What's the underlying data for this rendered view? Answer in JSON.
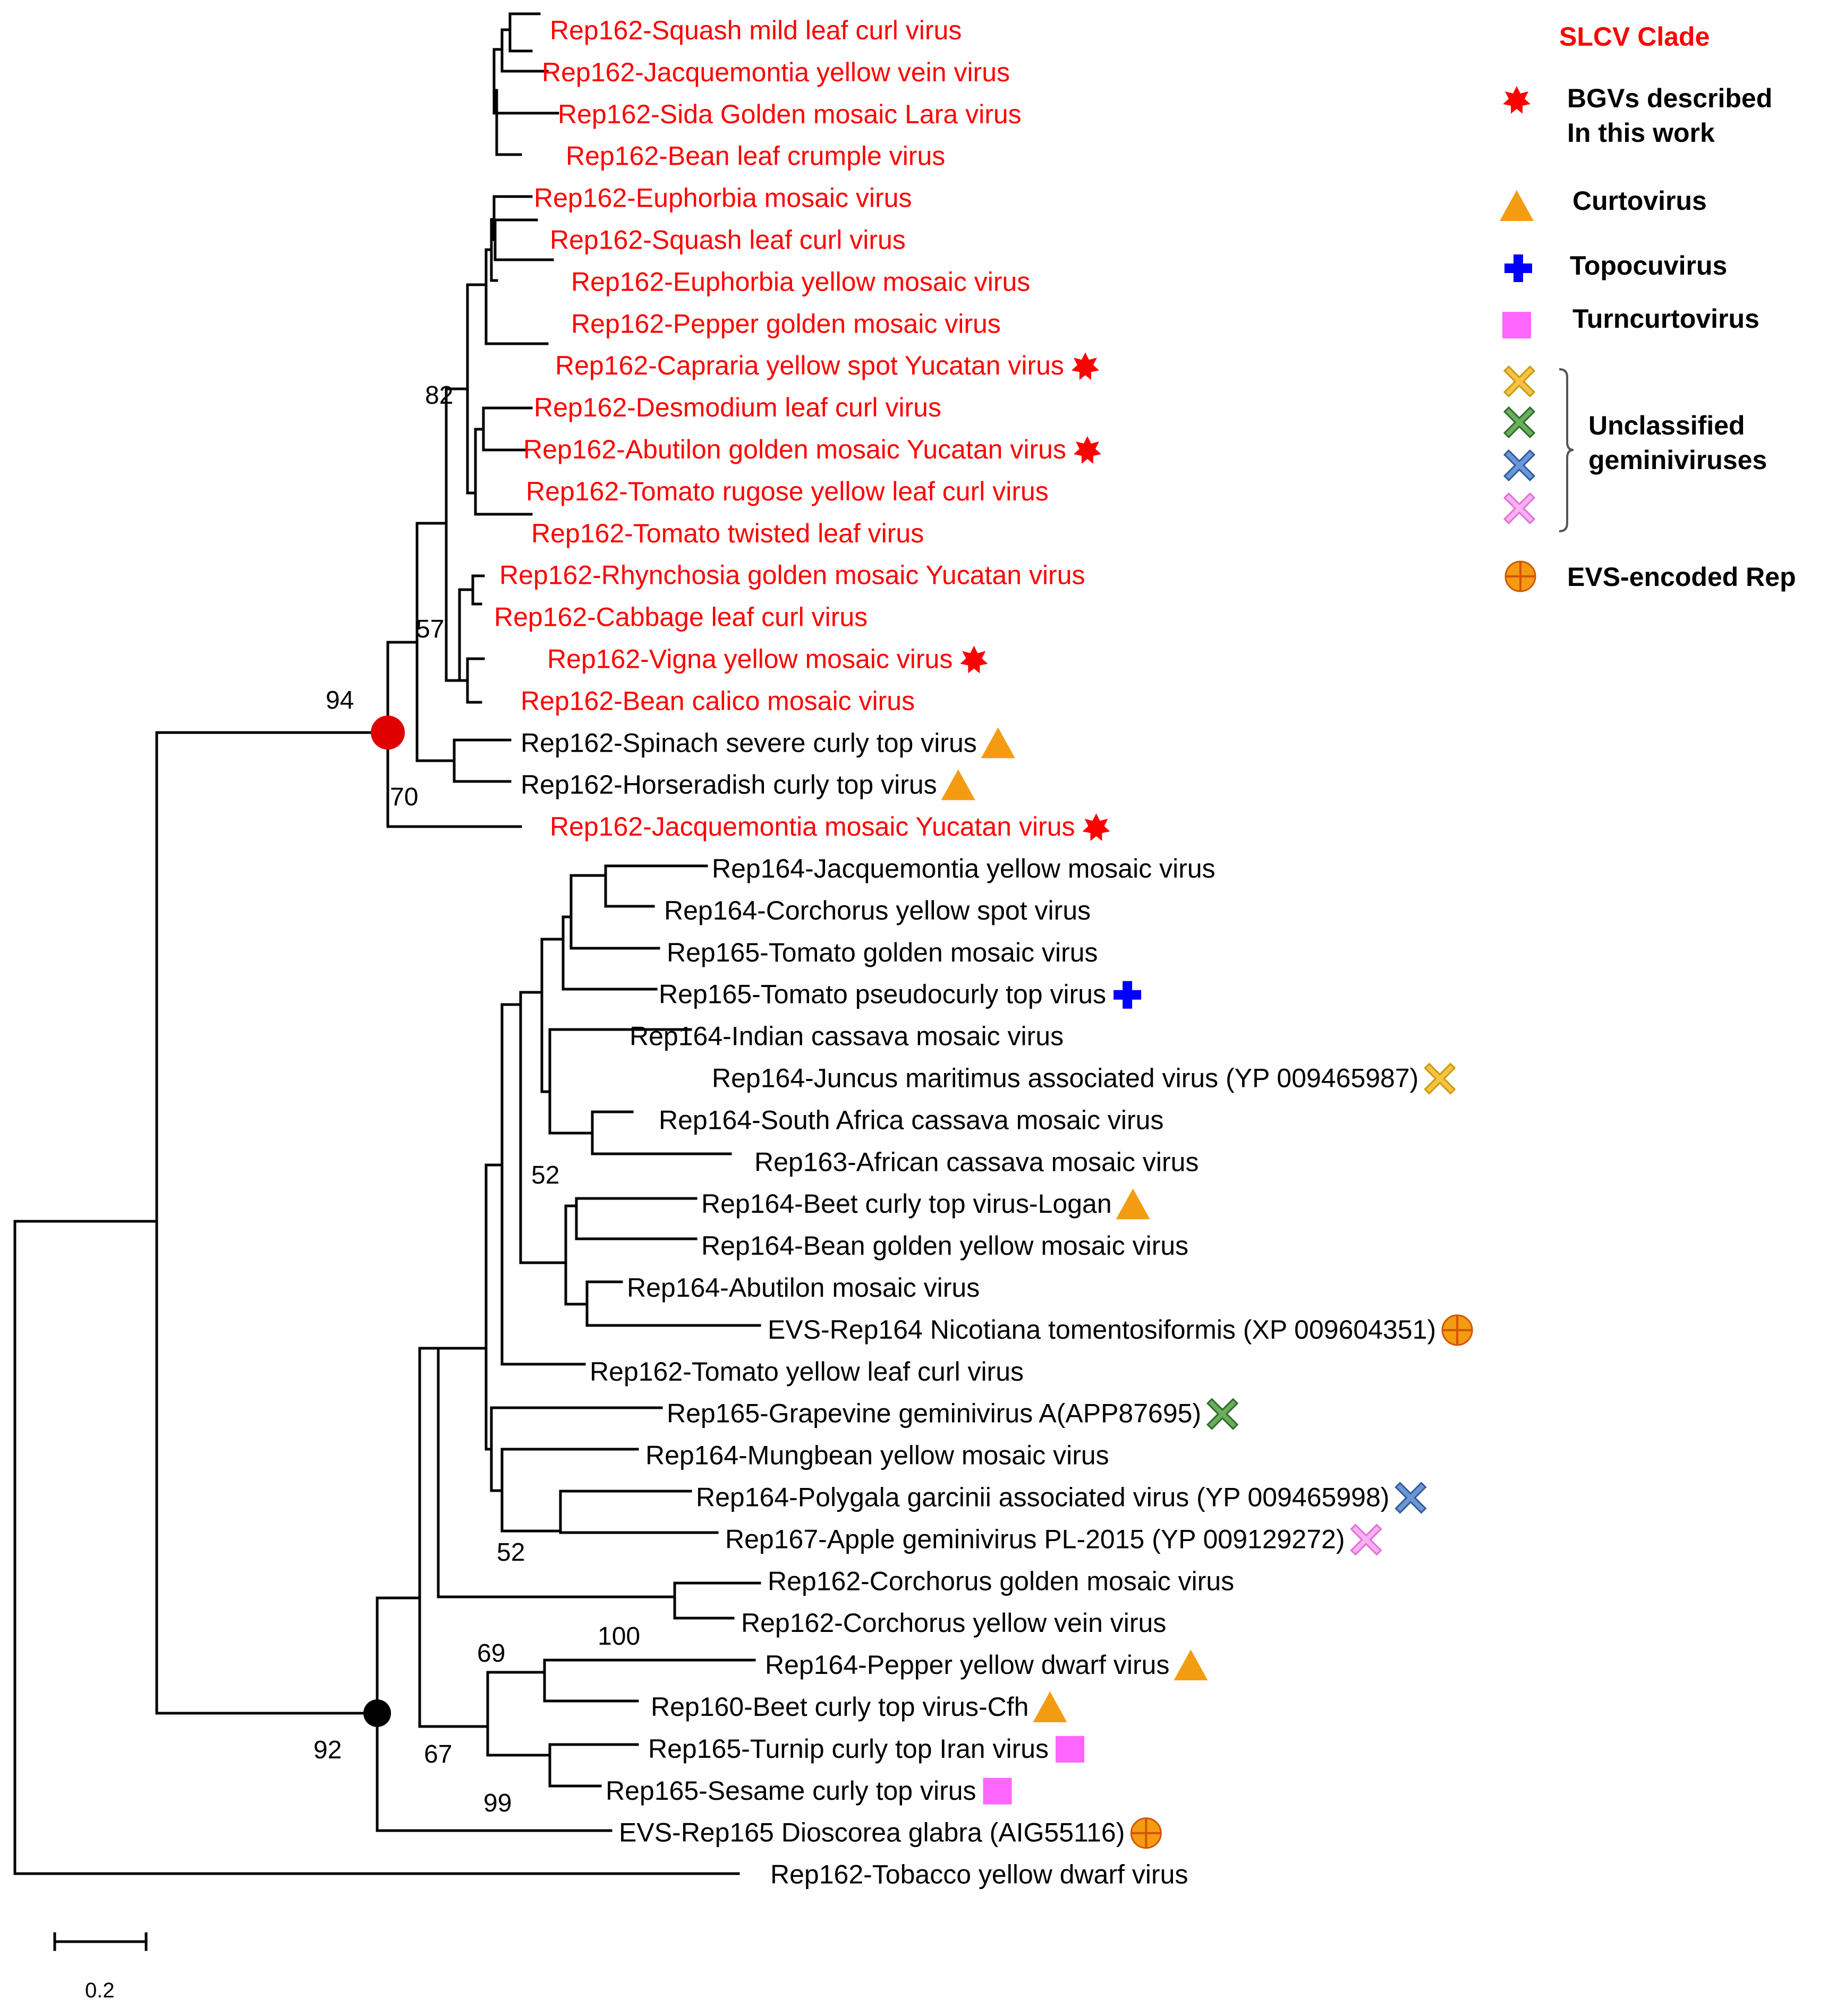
{
  "tree": {
    "taxa": [
      {
        "label": "Rep162-Squash mild leaf curl virus",
        "color": "red",
        "marker": ""
      },
      {
        "label": "Rep162-Jacquemontia yellow vein virus",
        "color": "red",
        "marker": ""
      },
      {
        "label": "Rep162-Sida Golden mosaic Lara virus",
        "color": "red",
        "marker": ""
      },
      {
        "label": "Rep162-Bean leaf crumple virus",
        "color": "red",
        "marker": ""
      },
      {
        "label": "Rep162-Euphorbia mosaic virus",
        "color": "red",
        "marker": ""
      },
      {
        "label": "Rep162-Squash leaf curl virus",
        "color": "red",
        "marker": ""
      },
      {
        "label": "Rep162-Euphorbia yellow mosaic virus",
        "color": "red",
        "marker": ""
      },
      {
        "label": "Rep162-Pepper golden mosaic virus",
        "color": "red",
        "marker": ""
      },
      {
        "label": "Rep162-Capraria yellow spot Yucatan virus",
        "color": "red",
        "marker": "star-icon"
      },
      {
        "label": "Rep162-Desmodium leaf curl virus",
        "color": "red",
        "marker": ""
      },
      {
        "label": "Rep162-Abutilon golden mosaic Yucatan virus",
        "color": "red",
        "marker": "star-icon"
      },
      {
        "label": "Rep162-Tomato rugose yellow leaf curl virus",
        "color": "red",
        "marker": ""
      },
      {
        "label": "Rep162-Tomato twisted leaf virus",
        "color": "red",
        "marker": ""
      },
      {
        "label": "Rep162-Rhynchosia golden mosaic Yucatan virus",
        "color": "red",
        "marker": ""
      },
      {
        "label": "Rep162-Cabbage leaf curl virus",
        "color": "red",
        "marker": ""
      },
      {
        "label": "Rep162-Vigna yellow mosaic virus",
        "color": "red",
        "marker": "star-icon"
      },
      {
        "label": "Rep162-Bean calico mosaic virus",
        "color": "red",
        "marker": ""
      },
      {
        "label": "Rep162-Spinach severe curly top virus",
        "color": "black",
        "marker": "triangle-icon"
      },
      {
        "label": "Rep162-Horseradish curly top virus",
        "color": "black",
        "marker": "triangle-icon"
      },
      {
        "label": "Rep162-Jacquemontia mosaic Yucatan virus",
        "color": "red",
        "marker": "star-icon"
      },
      {
        "label": "Rep164-Jacquemontia yellow mosaic virus",
        "color": "black",
        "marker": ""
      },
      {
        "label": "Rep164-Corchorus yellow spot virus",
        "color": "black",
        "marker": ""
      },
      {
        "label": "Rep165-Tomato golden mosaic virus",
        "color": "black",
        "marker": ""
      },
      {
        "label": "Rep165-Tomato pseudocurly top virus",
        "color": "black",
        "marker": "cross-icon"
      },
      {
        "label": "Rep164-Indian cassava mosaic virus",
        "color": "black",
        "marker": ""
      },
      {
        "label": "Rep164-Juncus maritimus associated virus (YP 009465987)",
        "color": "black",
        "marker": "x-yellow-icon"
      },
      {
        "label": "Rep164-South Africa cassava mosaic virus",
        "color": "black",
        "marker": ""
      },
      {
        "label": "Rep163-African cassava mosaic virus",
        "color": "black",
        "marker": ""
      },
      {
        "label": "Rep164-Beet curly top virus-Logan",
        "color": "black",
        "marker": "triangle-icon"
      },
      {
        "label": "Rep164-Bean golden yellow mosaic virus",
        "color": "black",
        "marker": ""
      },
      {
        "label": "Rep164-Abutilon mosaic virus",
        "color": "black",
        "marker": ""
      },
      {
        "label": "EVS-Rep164 Nicotiana tomentosiformis (XP 009604351)",
        "color": "black",
        "marker": "circle-plus-icon"
      },
      {
        "label": "Rep162-Tomato yellow leaf curl virus",
        "color": "black",
        "marker": ""
      },
      {
        "label": "Rep165-Grapevine geminivirus A(APP87695)",
        "color": "black",
        "marker": "x-green-icon"
      },
      {
        "label": "Rep164-Mungbean yellow mosaic virus",
        "color": "black",
        "marker": ""
      },
      {
        "label": "Rep164-Polygala garcinii associated virus (YP 009465998)",
        "color": "black",
        "marker": "x-blue-icon"
      },
      {
        "label": "Rep167-Apple geminivirus PL-2015 (YP 009129272)",
        "color": "black",
        "marker": "x-pink-icon"
      },
      {
        "label": "Rep162-Corchorus golden mosaic virus",
        "color": "black",
        "marker": ""
      },
      {
        "label": "Rep162-Corchorus yellow vein virus",
        "color": "black",
        "marker": ""
      },
      {
        "label": "Rep164-Pepper yellow dwarf virus",
        "color": "black",
        "marker": "triangle-icon"
      },
      {
        "label": "Rep160-Beet curly top virus-Cfh",
        "color": "black",
        "marker": "triangle-icon"
      },
      {
        "label": "Rep165-Turnip curly top Iran virus",
        "color": "black",
        "marker": "square-icon"
      },
      {
        "label": "Rep165-Sesame curly top virus",
        "color": "black",
        "marker": "square-icon"
      },
      {
        "label": "EVS-Rep165 Dioscorea glabra (AIG55116)",
        "color": "black",
        "marker": "circle-plus-icon"
      },
      {
        "label": "Rep162-Tobacco yellow dwarf virus",
        "color": "black",
        "marker": ""
      }
    ],
    "bootstrap_values": [
      "82",
      "57",
      "94",
      "70",
      "52",
      "52",
      "100",
      "69",
      "67",
      "99",
      "92"
    ],
    "scale_label": "0.2"
  },
  "legend": {
    "title": "SLCV Clade",
    "bgv_line1": "BGVs described",
    "bgv_line2": "In this work",
    "curtovirus": "Curtovirus",
    "topocuvirus": "Topocuvirus",
    "turncurtovirus": "Turncurtovirus",
    "unclassified_line1": "Unclassified",
    "unclassified_line2": "geminiviruses",
    "evs": "EVS-encoded Rep"
  },
  "colors": {
    "red_label": "#ff0000",
    "star": "#ff0000",
    "triangle": "#f39c12",
    "cross": "#0000ff",
    "square": "#ff66ff",
    "x_yellow": "#f5c242",
    "x_green": "#5a9a4a",
    "x_blue": "#4f7fc6",
    "x_pink": "#f59bf0",
    "circle_plus": "#f39c12",
    "slcv_node": "#e00000"
  }
}
